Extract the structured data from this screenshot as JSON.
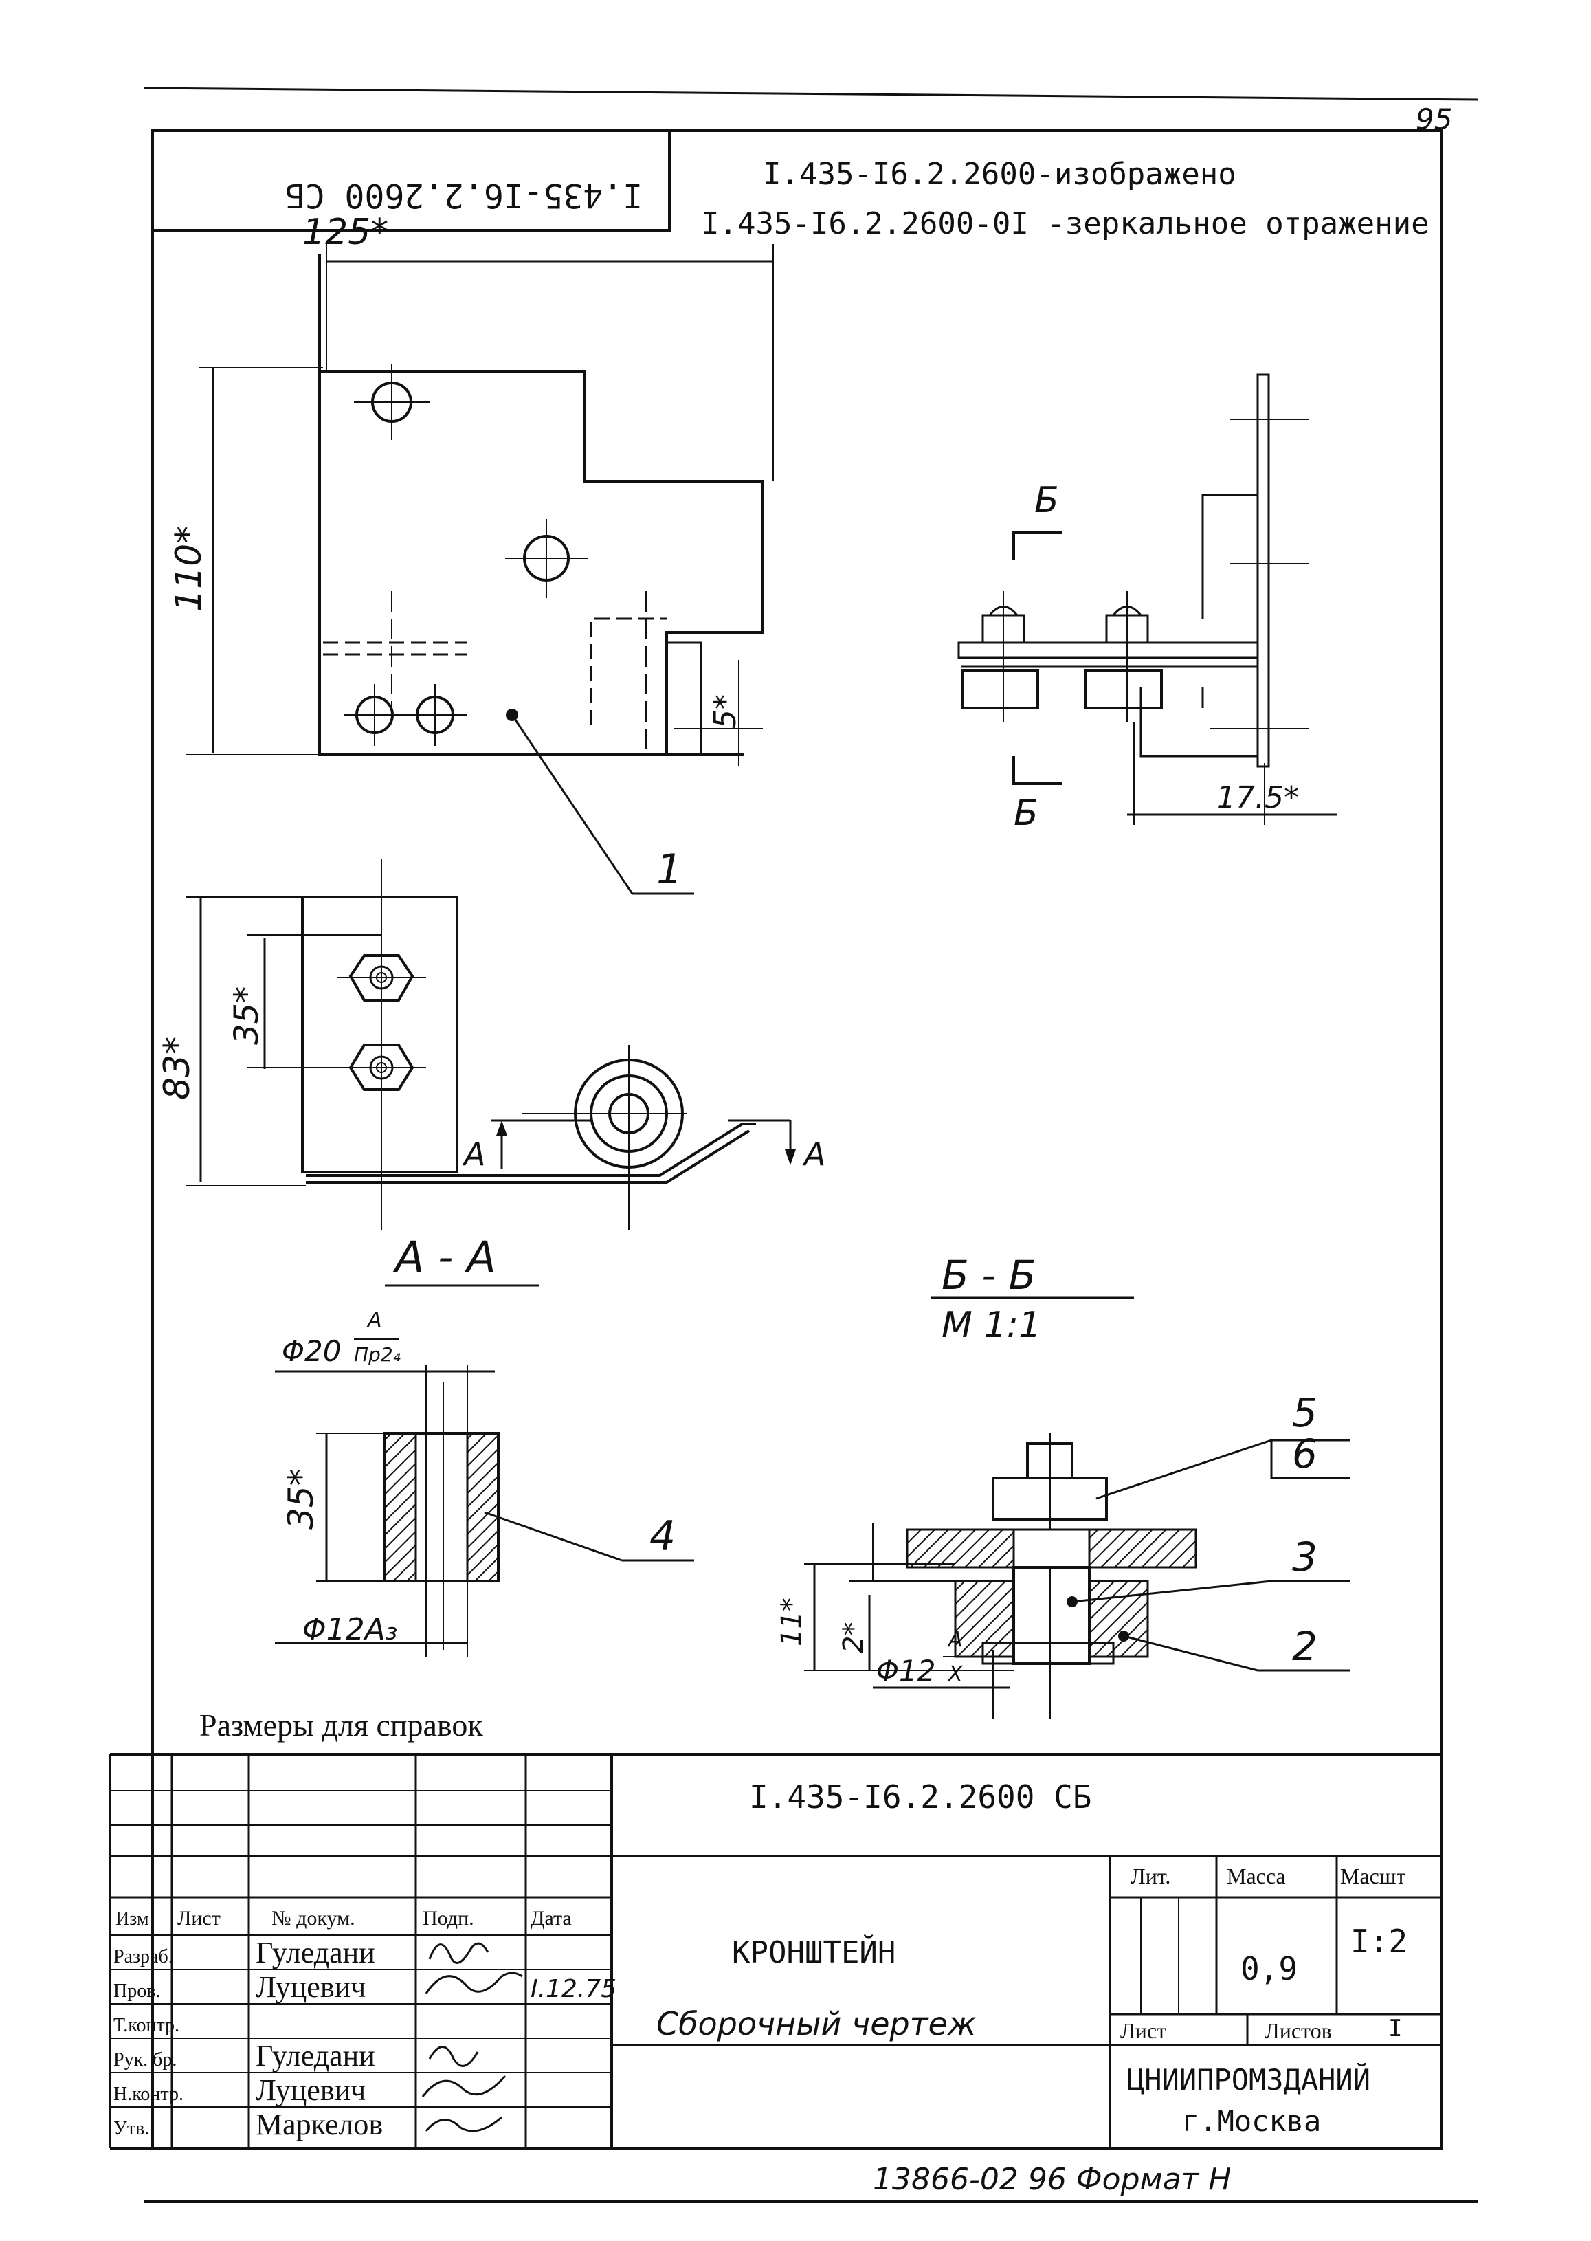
{
  "page_number": "95",
  "header": {
    "mirror_stamp": "I.435-I6.2.2600 СБ",
    "line1": "I.435-I6.2.2600-изображено",
    "line2": "I.435-I6.2.2600-0I -зеркальное отражение"
  },
  "dimensions": {
    "d125": "125*",
    "d110": "110*",
    "d5": "5*",
    "d17_5": "17.5*",
    "d83": "83*",
    "d35": "35*",
    "d35_sec": "35*",
    "d20": "Φ20",
    "d20_fit_top": "A",
    "d20_fit_bot": "Пр2₄",
    "d12_a3": "Φ12A₃",
    "d11": "11*",
    "d2": "2*",
    "d12_fit": "Φ12",
    "d12_fit_top": "A",
    "d12_fit_bot": "X"
  },
  "labels": {
    "section_b_top": "Б",
    "section_b_bottom": "Б",
    "section_a_left": "A",
    "section_a_right": "A",
    "section_aa": "A - A",
    "section_bb": "Б - Б",
    "scale_bb": "M 1:1"
  },
  "callouts": [
    "1",
    "4",
    "5",
    "6",
    "3",
    "2"
  ],
  "note": "Размеры для справок",
  "title_block": {
    "designation": "I.435-I6.2.2600 СБ",
    "name": "КРОНШТЕЙН",
    "doc_type": "Сборочный чертеж",
    "col_headers": [
      "Изм",
      "Лист",
      "№ докум.",
      "Подп.",
      "Дата"
    ],
    "roles": [
      {
        "role": "Разраб.",
        "name": "Гуледани",
        "date": ""
      },
      {
        "role": "Пров.",
        "name": "Луцевич",
        "date": "I.12.75"
      },
      {
        "role": "Т.контр.",
        "name": "",
        "date": ""
      },
      {
        "role": "Рук. бр.",
        "name": "Гуледани",
        "date": ""
      },
      {
        "role": "Н.контр.",
        "name": "Луцевич",
        "date": ""
      },
      {
        "role": "Утв.",
        "name": "Маркелов",
        "date": ""
      }
    ],
    "lit_label": "Лит.",
    "mass_label": "Масса",
    "scale_label": "Масшт",
    "mass": "0,9",
    "scale": "I:2",
    "sheet_label": "Лист",
    "sheets_label": "Листов",
    "sheets_value": "I",
    "org": "ЦНИИПРОМЗДАНИЙ",
    "city": "г.Москва"
  },
  "footer": "13866-02  96 Формат Н"
}
